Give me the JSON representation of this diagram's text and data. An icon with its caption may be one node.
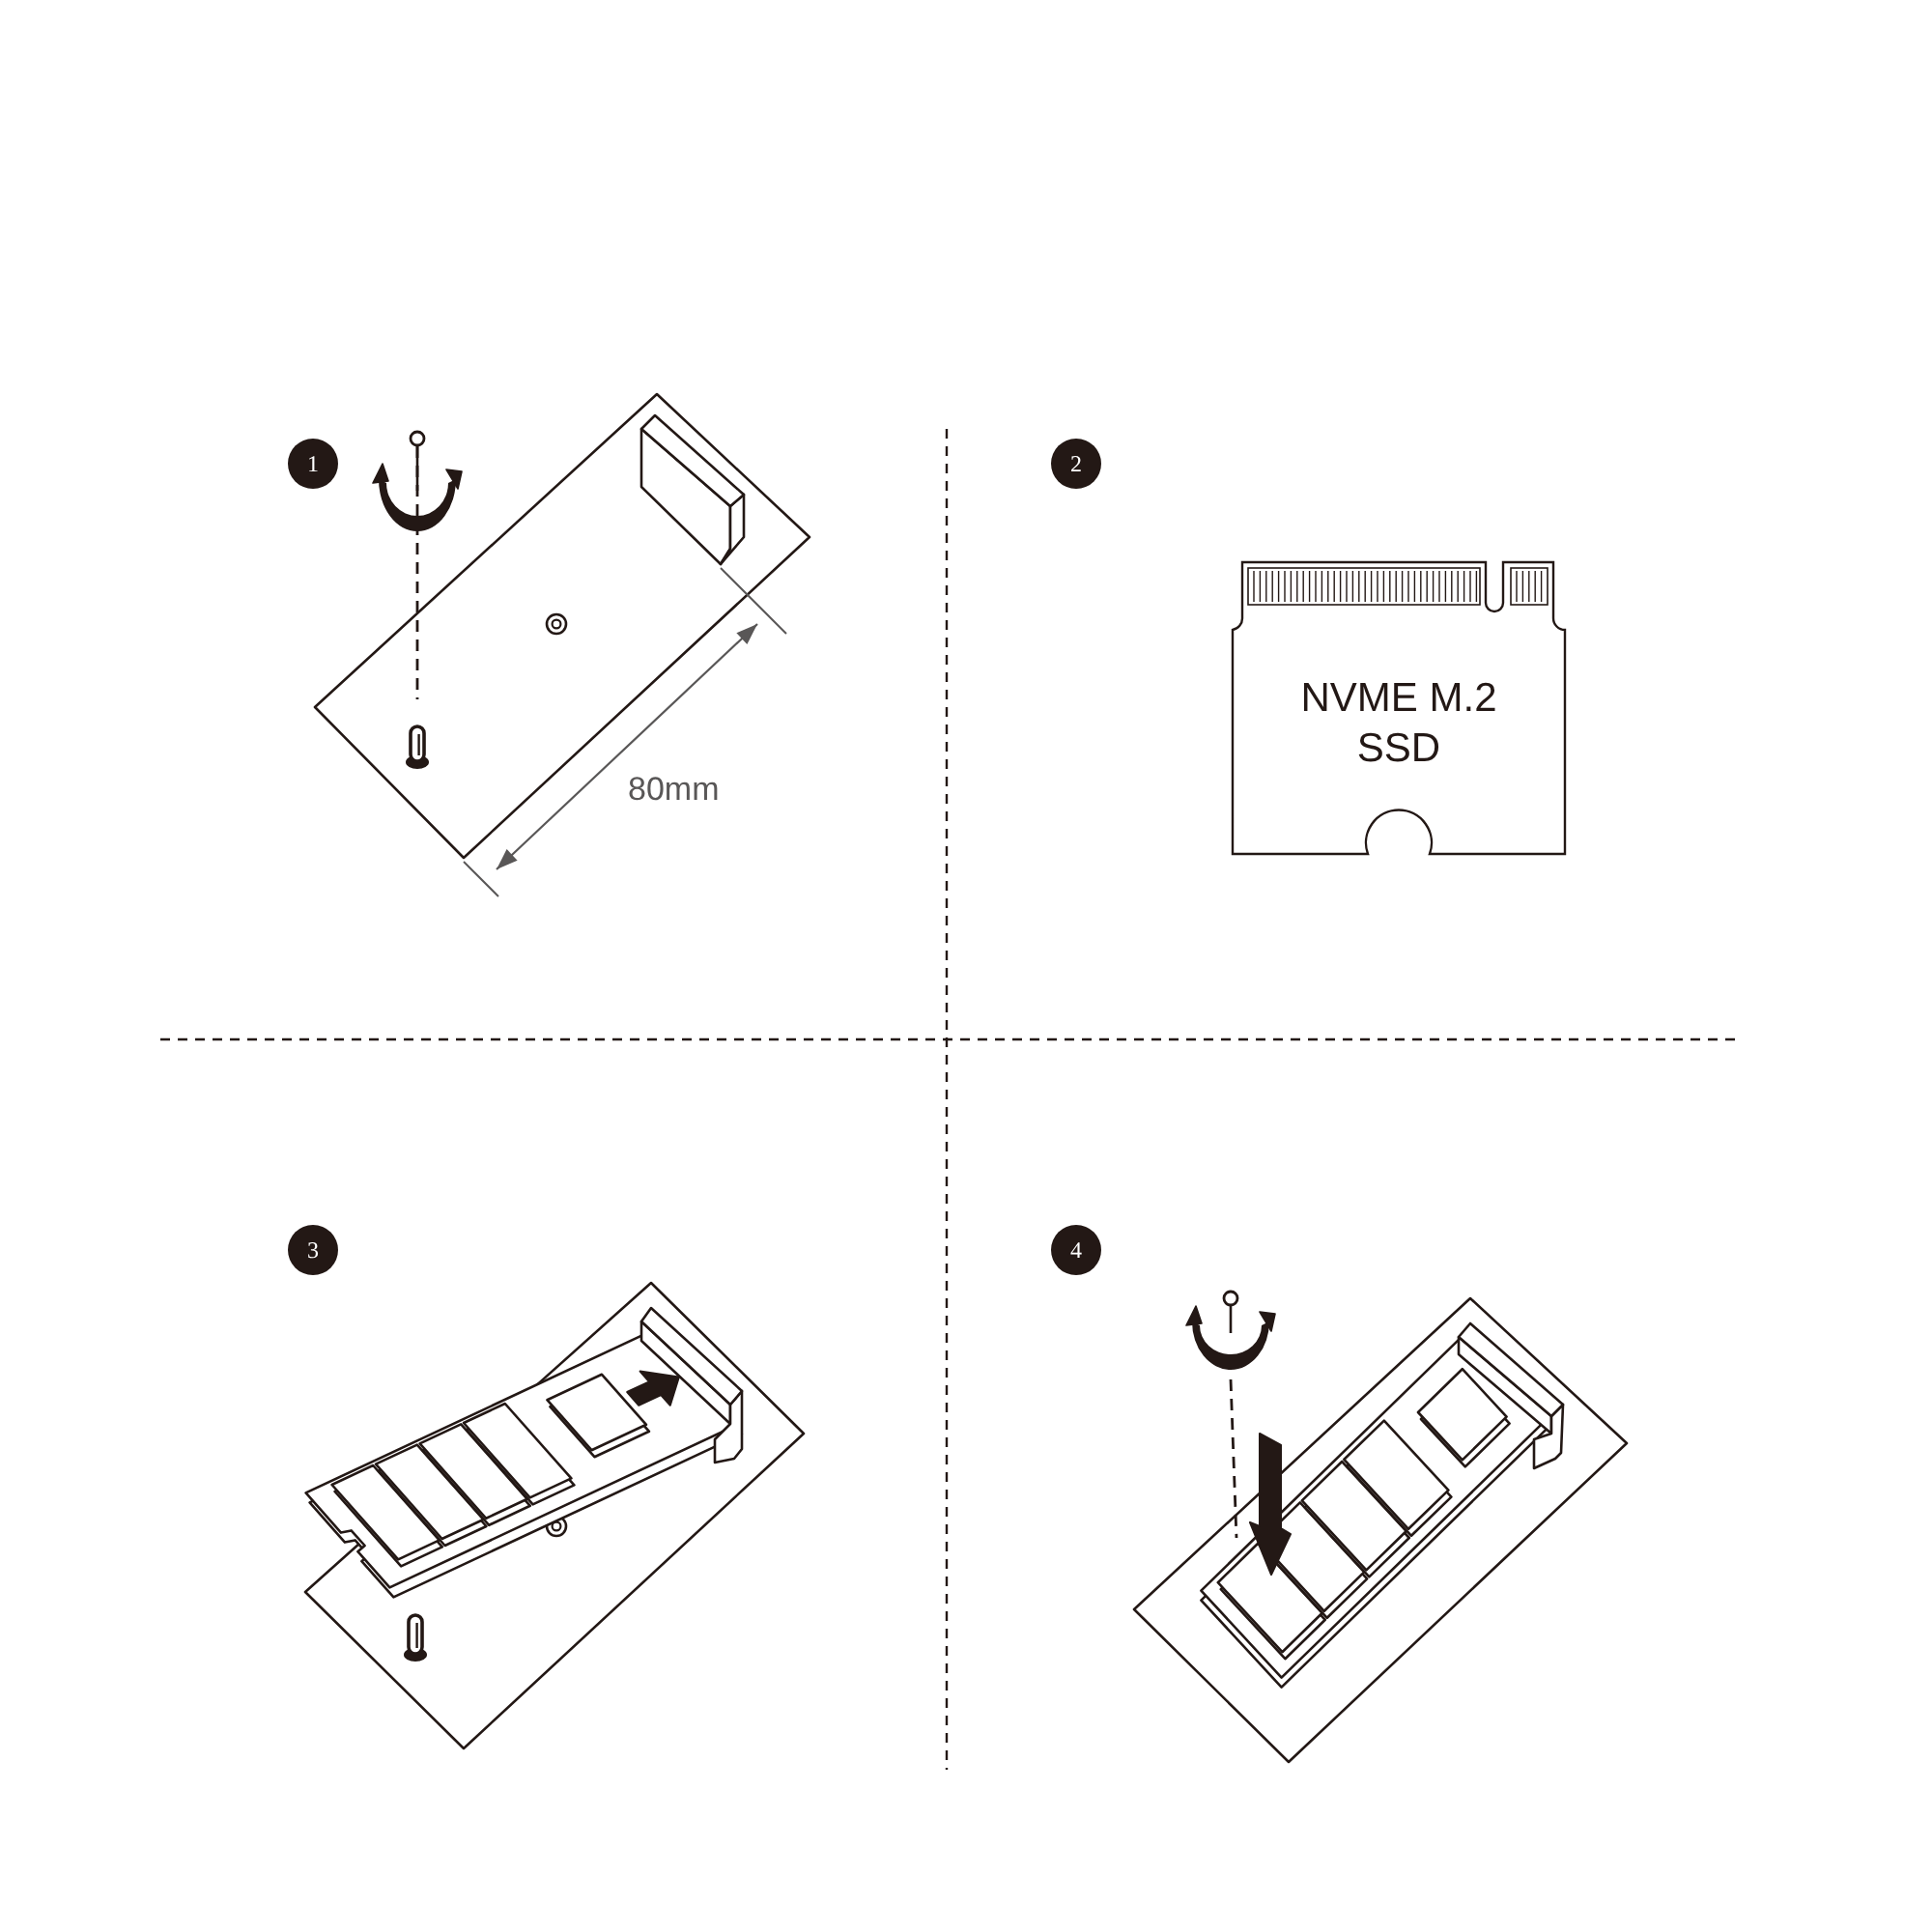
{
  "diagram": {
    "nodes": [
      {
        "text": [
          "1"
        ]
      },
      {
        "text": [
          "2"
        ]
      },
      {
        "text": [
          "NVME M.2 SSD"
        ]
      },
      {
        "text": [
          "3"
        ]
      },
      {
        "text": [
          "4"
        ]
      }
    ],
    "labels": [
      "80mm"
    ]
  }
}
